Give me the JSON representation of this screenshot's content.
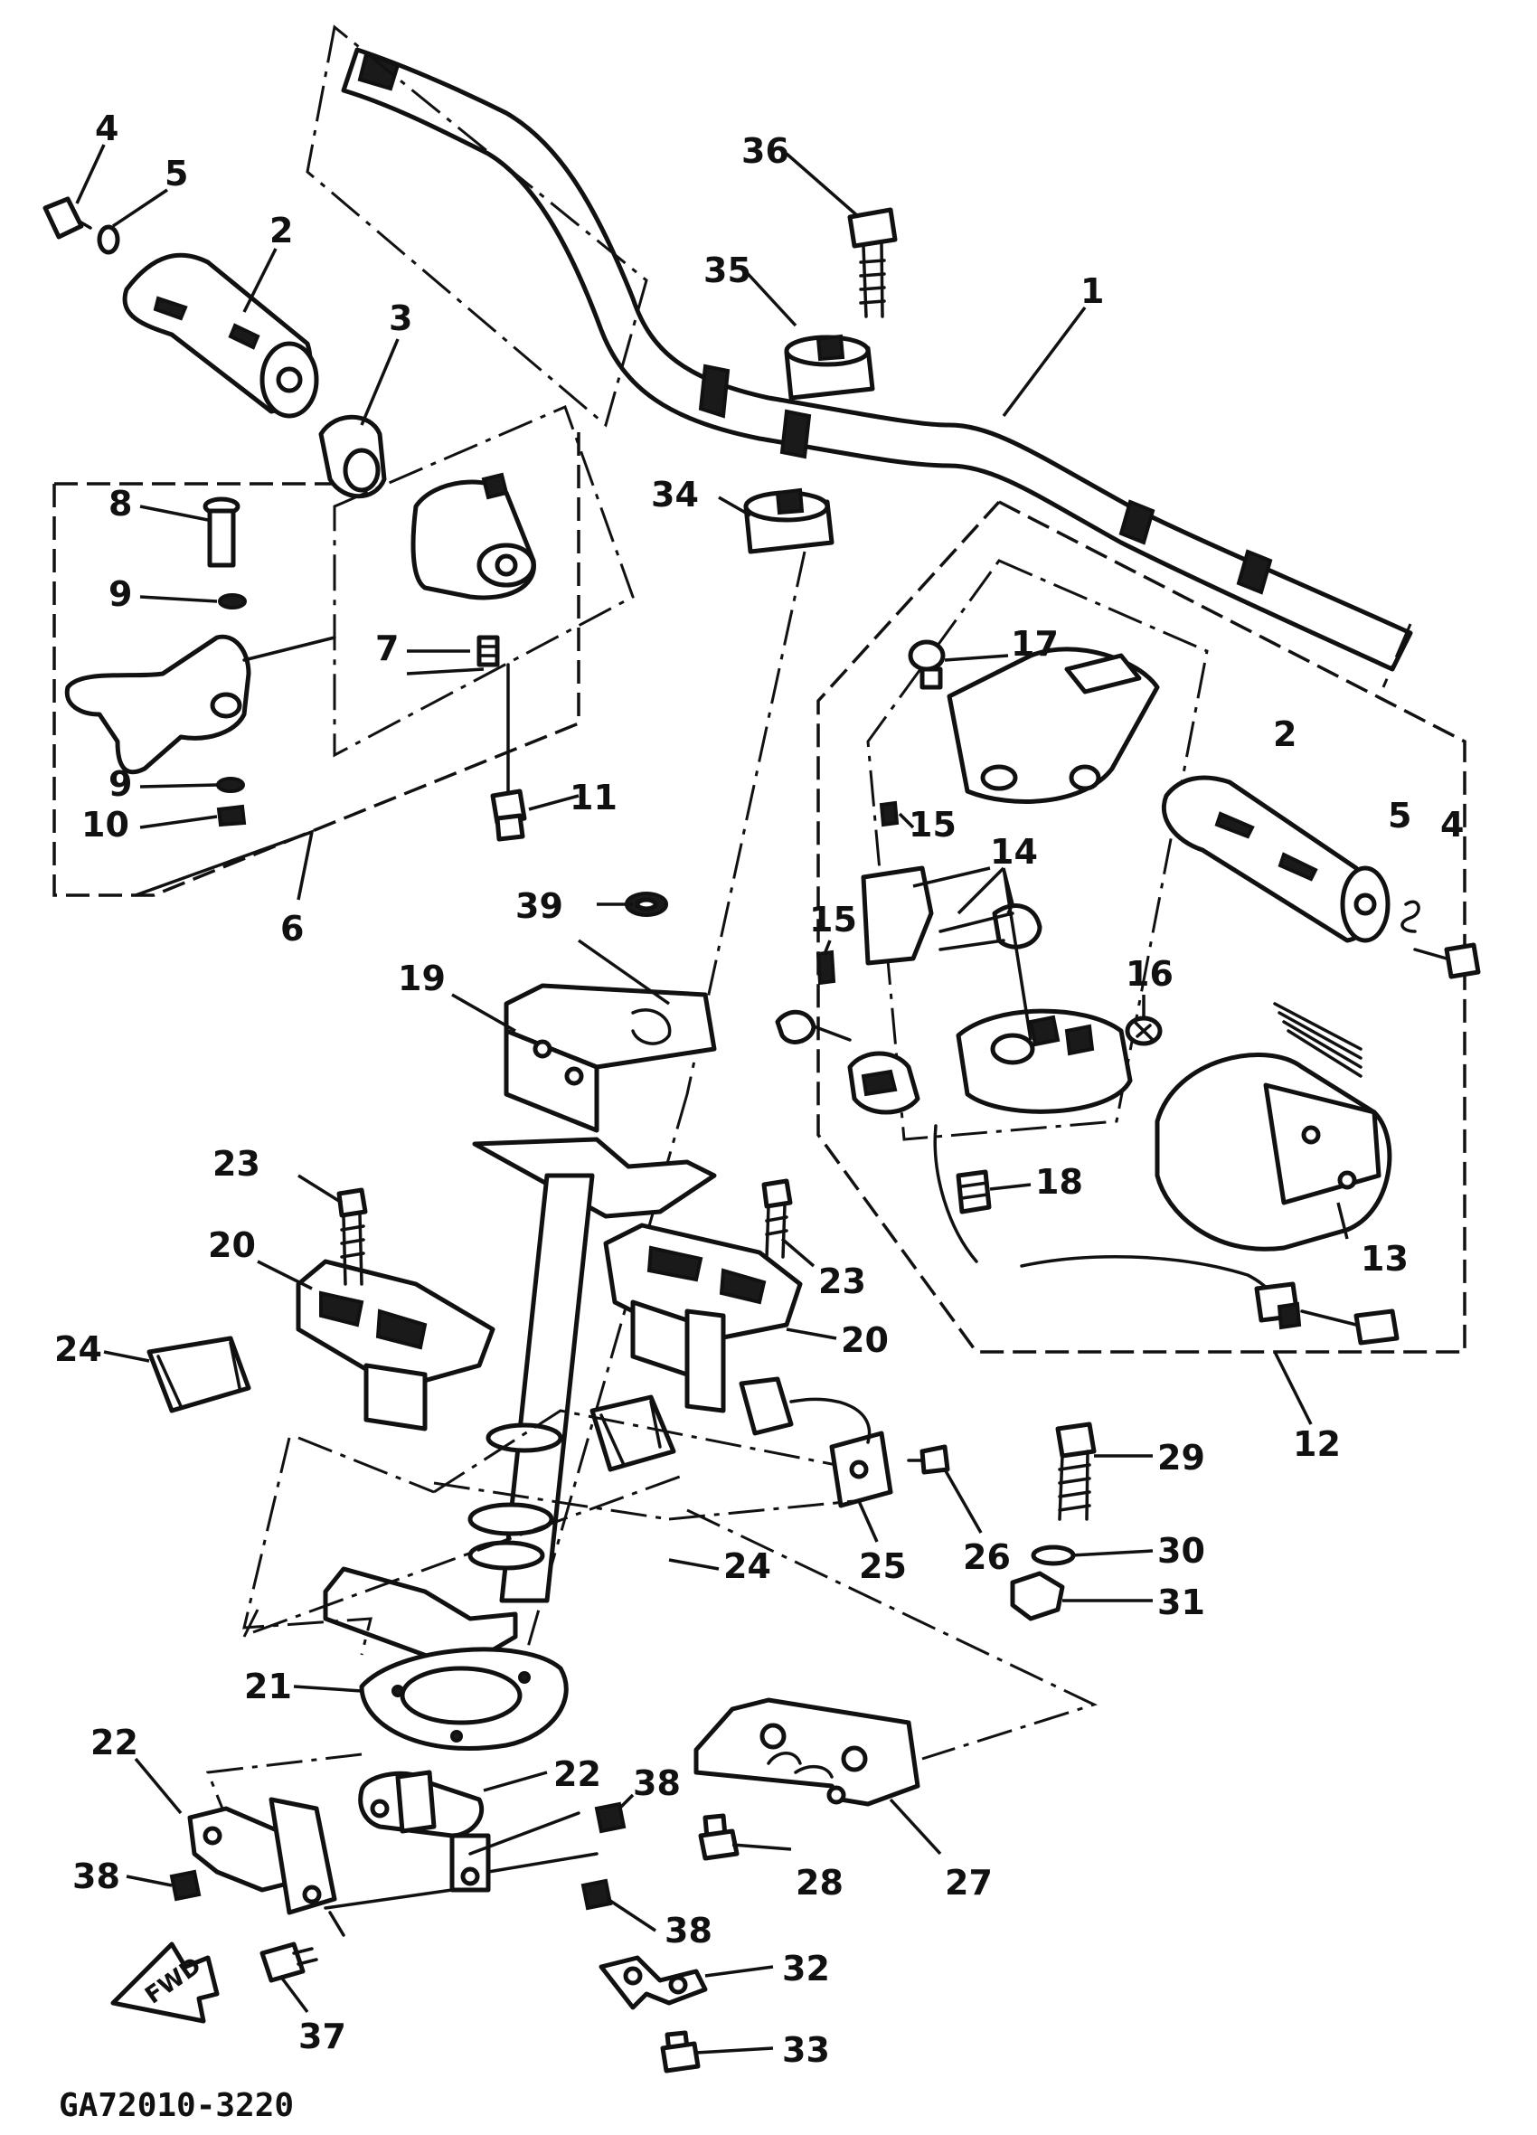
{
  "diagram_code": "GA72010-3220",
  "direction_label": "FWD",
  "callouts": {
    "c1": "1",
    "c2a": "2",
    "c2b": "2",
    "c3": "3",
    "c4a": "4",
    "c4b": "4",
    "c5a": "5",
    "c5b": "5",
    "c6": "6",
    "c7": "7",
    "c8": "8",
    "c9a": "9",
    "c9b": "9",
    "c10": "10",
    "c11": "11",
    "c12": "12",
    "c13": "13",
    "c14": "14",
    "c15a": "15",
    "c15b": "15",
    "c16": "16",
    "c17": "17",
    "c18": "18",
    "c19": "19",
    "c20a": "20",
    "c20b": "20",
    "c21": "21",
    "c22a": "22",
    "c22b": "22",
    "c23a": "23",
    "c23b": "23",
    "c24a": "24",
    "c24b": "24",
    "c25": "25",
    "c26": "26",
    "c27": "27",
    "c28": "28",
    "c29": "29",
    "c30": "30",
    "c31": "31",
    "c32": "32",
    "c33": "33",
    "c34": "34",
    "c35": "35",
    "c36": "36",
    "c37": "37",
    "c38a": "38",
    "c38b": "38",
    "c38c": "38",
    "c39": "39"
  }
}
